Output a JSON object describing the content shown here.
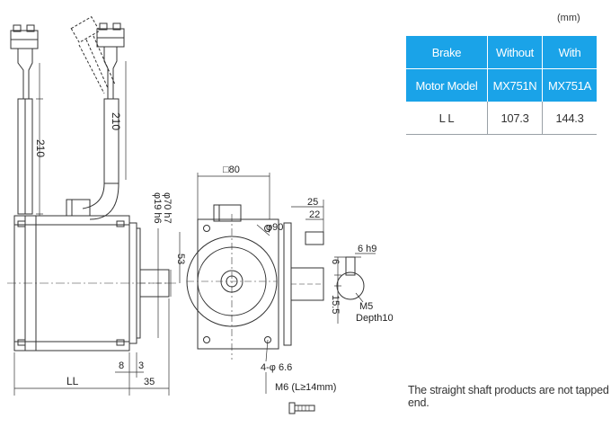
{
  "unit": "(mm)",
  "table": {
    "brake_header": "Brake",
    "without_header": "Without",
    "with_header": "With",
    "model_label": "Motor Model",
    "model_without": "MX751N",
    "model_with": "MX751A",
    "ll_label": "L L",
    "ll_without": "107.3",
    "ll_with": "144.3"
  },
  "dims": {
    "lead_left": "210",
    "lead_right": "210",
    "shaft_dia": "φ19 h6",
    "pilot_dia": "φ70 h7",
    "height_53": "53",
    "length_ll": "LL",
    "dim_8": "8",
    "dim_3": "3",
    "dim_35": "35",
    "square_80": "□80",
    "bolt_circle": "φ90",
    "holes": "4-φ 6.6",
    "tap": "M6 (L≥14mm)",
    "key_25": "25",
    "key_22": "22",
    "key_width": "6 h9",
    "key_6": "6",
    "key_155": "15.5",
    "m5": "M5",
    "depth": "Depth10"
  },
  "footnote": "The straight shaft products are not tapped end."
}
